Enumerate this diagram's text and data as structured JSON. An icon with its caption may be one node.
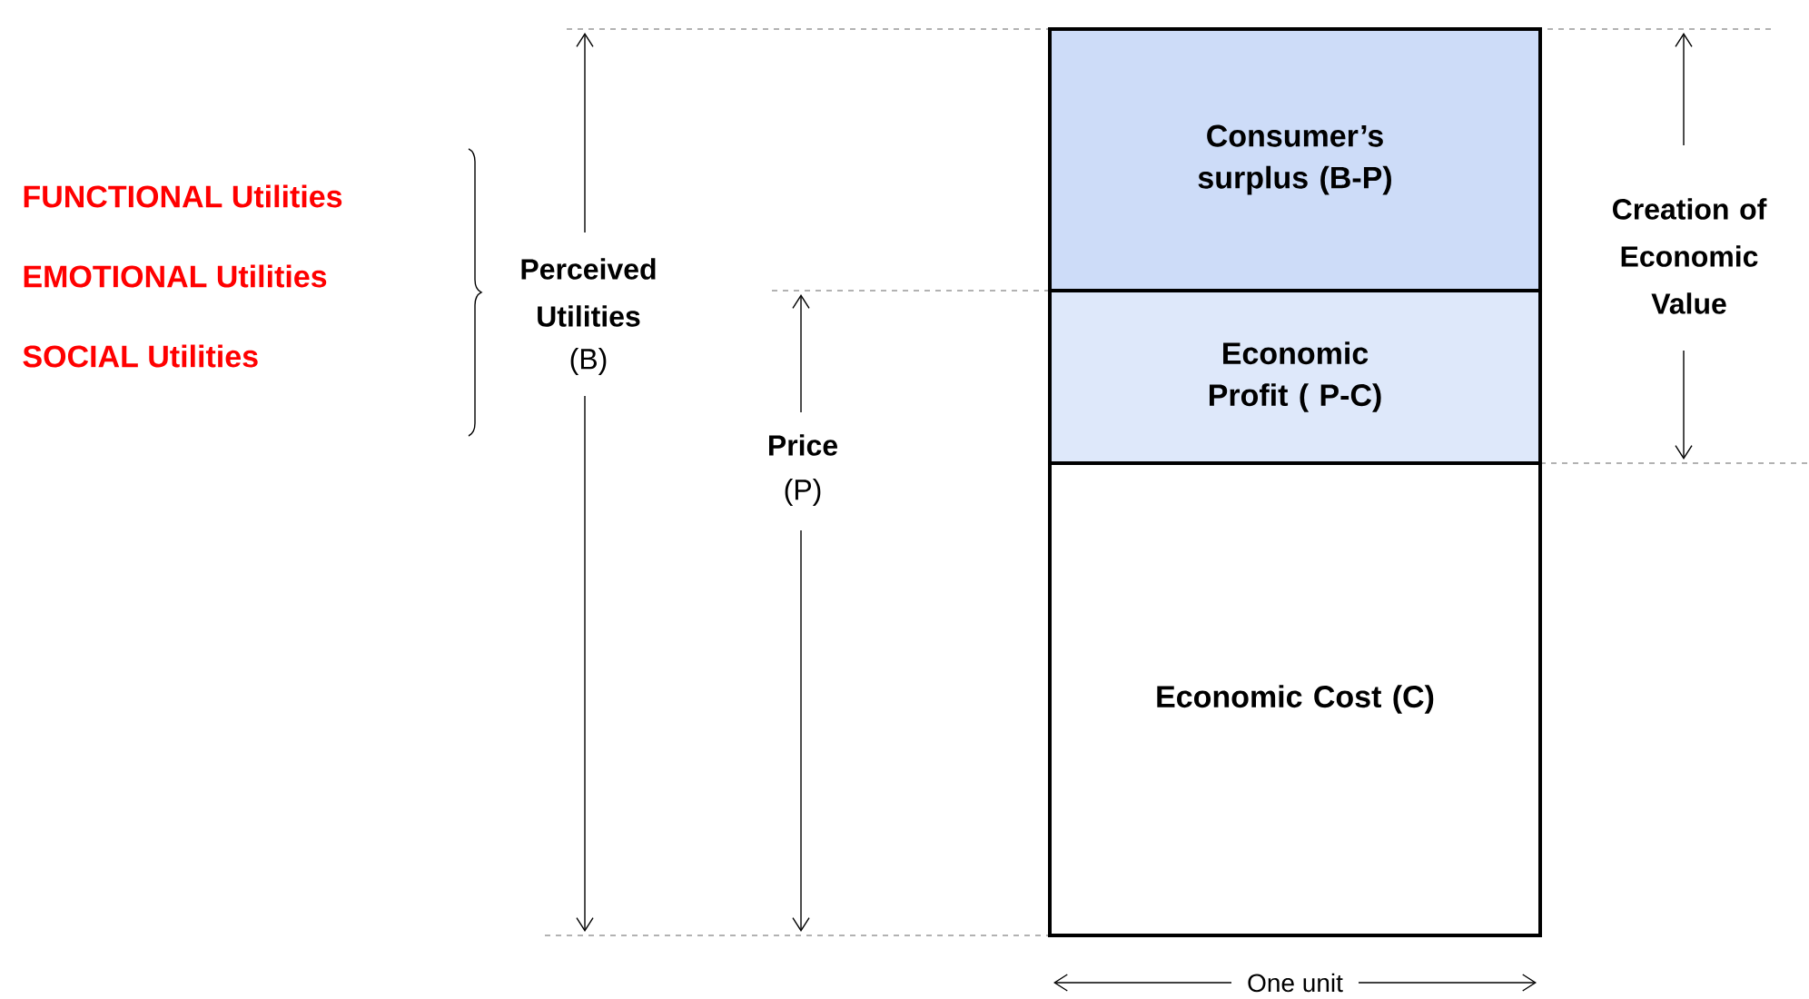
{
  "diagram": {
    "nodes": [
      {
        "text": [
          "Consumer’s surplus (B-P)"
        ]
      },
      {
        "text": [
          "Economic Profit ( P-C)"
        ]
      },
      {
        "text": [
          "Economic Cost (C)"
        ]
      }
    ],
    "edges": [],
    "labels": [
      "FUNCTIONAL Utilities",
      "EMOTIONAL Utilities",
      "SOCIAL Utilities",
      "Perceived Utilities",
      "(B)",
      "Price",
      "(P)",
      "Creation of Economic Value",
      "One unit"
    ]
  }
}
